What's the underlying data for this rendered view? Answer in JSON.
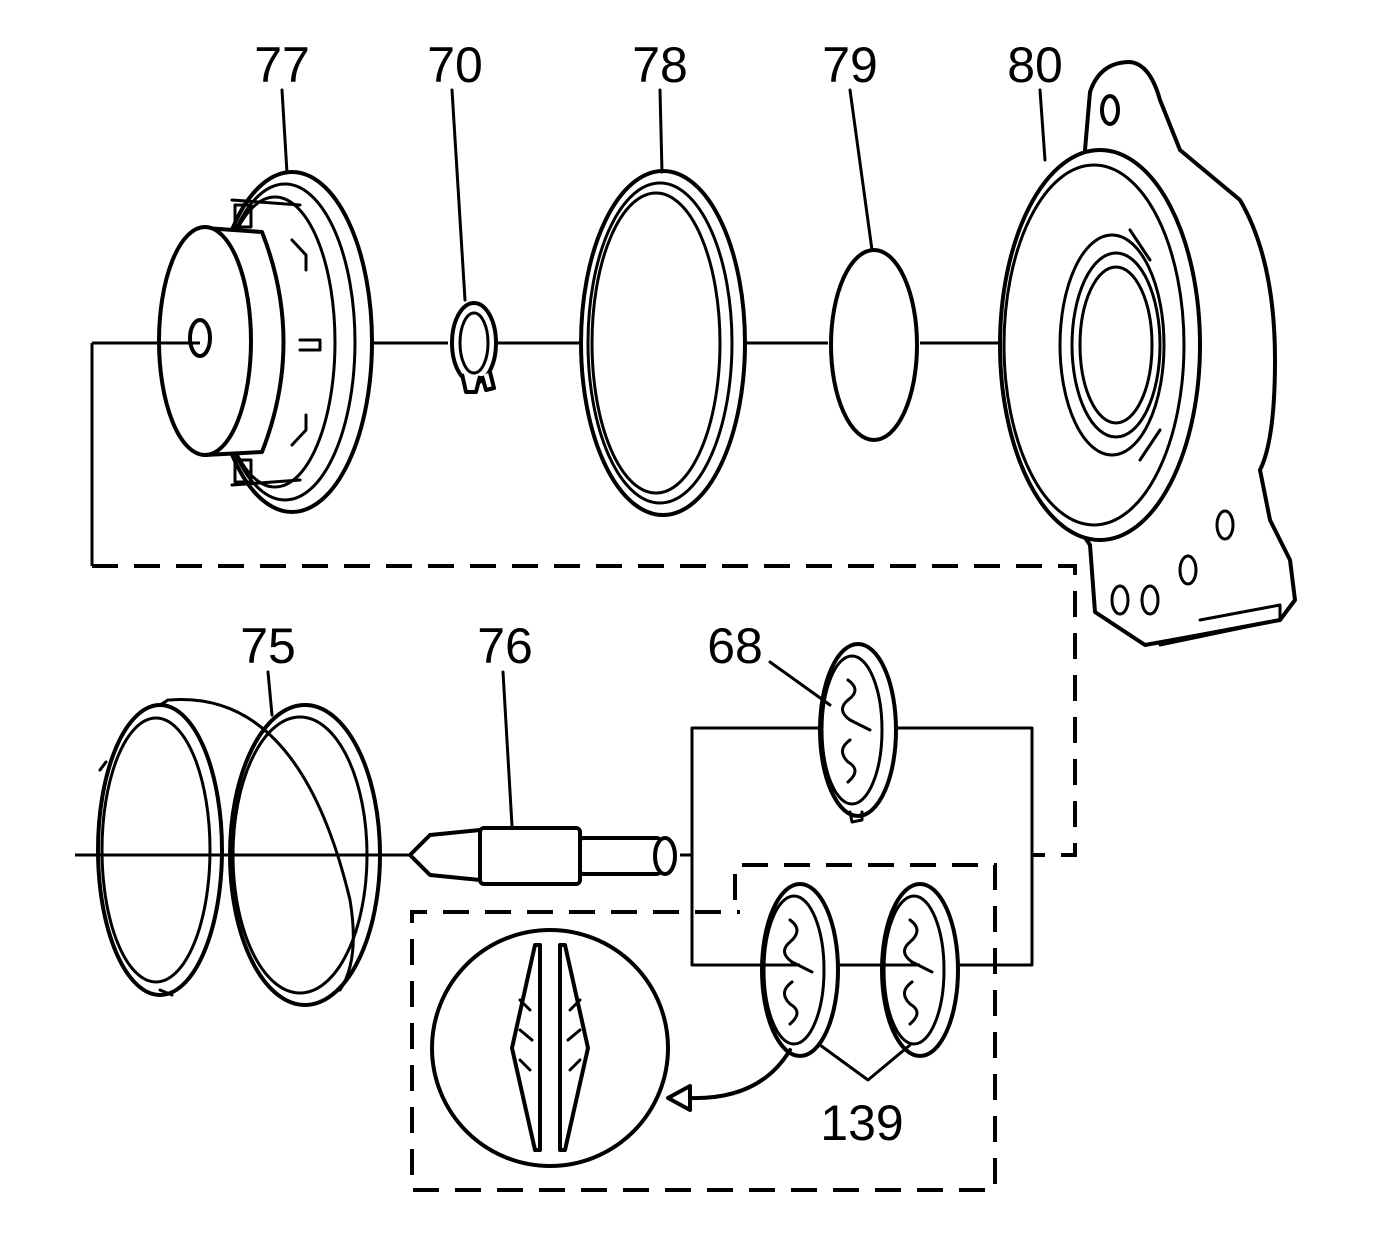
{
  "callouts": {
    "c77": "77",
    "c70": "70",
    "c78": "78",
    "c79": "79",
    "c80": "80",
    "c75": "75",
    "c76": "76",
    "c68": "68",
    "c139": "139"
  },
  "colors": {
    "line": "#000000",
    "background": "#ffffff"
  }
}
